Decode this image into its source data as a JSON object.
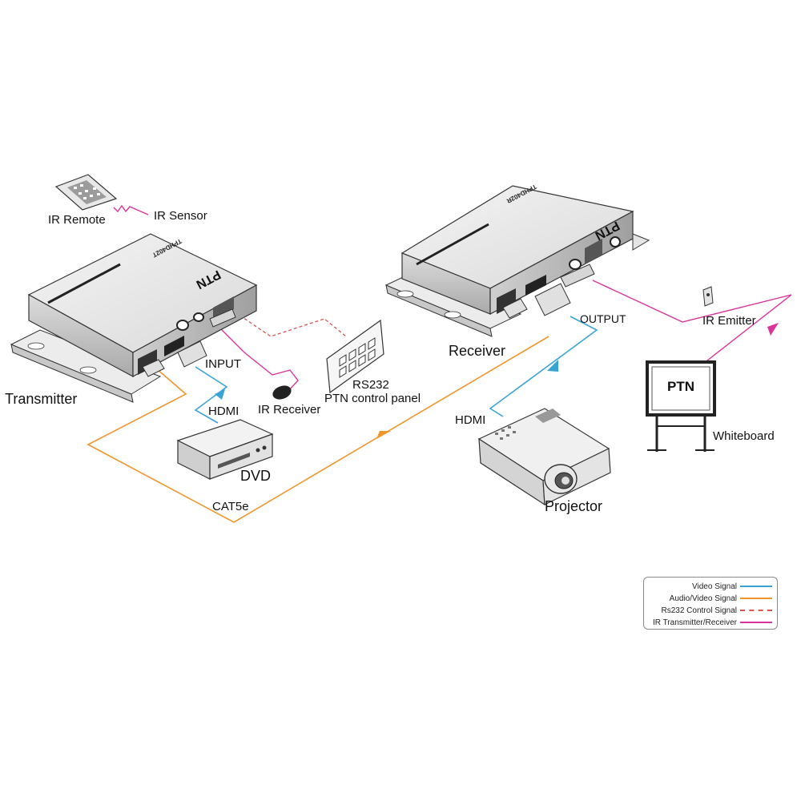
{
  "labels": {
    "ir_remote": "IR Remote",
    "ir_sensor": "IR Sensor",
    "transmitter": "Transmitter",
    "input": "INPUT",
    "hdmi_tx": "HDMI",
    "ir_receiver": "IR Receiver",
    "rs232": "RS232",
    "ptn_control_panel": "PTN control panel",
    "dvd": "DVD",
    "cat5e": "CAT5e",
    "receiver": "Receiver",
    "output": "OUTPUT",
    "hdmi_rx": "HDMI",
    "projector": "Projector",
    "ir_emitter": "IR Emitter",
    "whiteboard": "Whiteboard"
  },
  "device_markings": {
    "tx_brand": "PTN",
    "tx_model": "TPHD402T",
    "rx_brand": "PTN",
    "rx_model": "TPHD402R",
    "whiteboard_brand": "PTN"
  },
  "legend": {
    "items": [
      {
        "label": "Video Signal",
        "color": "#3aa3d6",
        "style": "solid"
      },
      {
        "label": "Audio/Video Signal",
        "color": "#f0962b",
        "style": "solid"
      },
      {
        "label": "Rs232 Control Signal",
        "color": "#d9534f",
        "style": "dashed"
      },
      {
        "label": "IR Transmitter/Receiver",
        "color": "#d9349c",
        "style": "solid"
      }
    ]
  },
  "colors": {
    "video": "#3aa3d6",
    "av": "#f0962b",
    "rs232": "#d9534f",
    "ir": "#d9349c",
    "outline": "#333333"
  }
}
